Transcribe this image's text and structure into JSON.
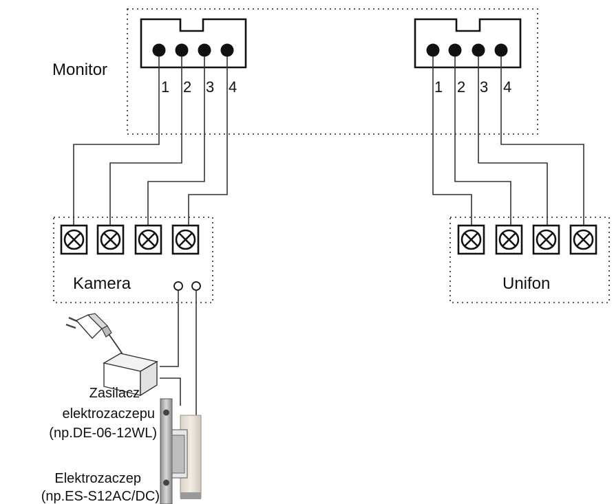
{
  "monitor": {
    "label": "Monitor",
    "pins": [
      "1",
      "2",
      "3",
      "4"
    ]
  },
  "monitor2": {
    "pins": [
      "1",
      "2",
      "3",
      "4"
    ]
  },
  "camera": {
    "label": "Kamera"
  },
  "handset": {
    "label": "Unifon"
  },
  "power_supply": {
    "line1": "Zasilacz",
    "line2": "elektrozaczepu",
    "line3": "(np.DE-06-12WL)"
  },
  "door_strike": {
    "line1": "Elektrozaczep",
    "line2": "(np.ES-S12AC/DC)"
  }
}
